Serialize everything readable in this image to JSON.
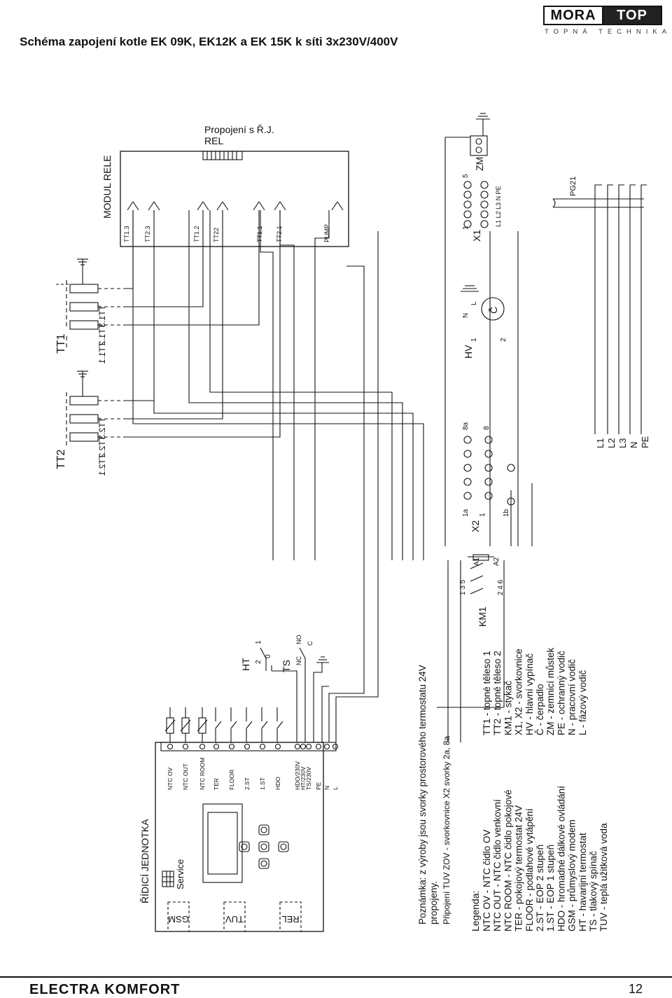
{
  "title": "Schéma zapojení kotle EK 09K, EK12K  a EK 15K k síti 3x230V/400V",
  "logo": {
    "left": "MORA",
    "right": "TOP",
    "subtitle": "TOPNÁ TECHNIKA"
  },
  "footer": {
    "brand": "ELECTRA KOMFORT",
    "page": "12"
  },
  "blocks": {
    "control_unit": "ŘÍDICÍ JEDNOTKA",
    "relay_module": "MODUL RELE",
    "connection": "Propojení s Ř.J.",
    "rel": "REL",
    "service": "Service",
    "gsm": "GSM",
    "tuv": "TUV",
    "rel_unit": "REL",
    "ht": "HT",
    "ts": "TS",
    "km1": "KM1",
    "x1": "X1",
    "x2": "X2",
    "hv": "HV",
    "zm": "ZM",
    "pump_motor": "Č",
    "pg21": "PG21",
    "tt1": "TT1",
    "tt2": "TT2"
  },
  "terminals": [
    "NTC OV",
    "NTC OUT",
    "NTC ROOM",
    "TER",
    "FLOOR",
    "2.ST",
    "1.ST",
    "HDO",
    "HDO/230V",
    "HT/230V",
    "TS/230V",
    "PE",
    "N",
    "L"
  ],
  "relay_outputs": [
    "TT1.3",
    "TT2.3",
    "TT1.2",
    "TT22",
    "TT1.1",
    "TT2.1",
    "PUMP"
  ],
  "heaters_tt1": [
    "TT1.1",
    "TT1.2",
    "TT1.3"
  ],
  "heaters_tt2": [
    "TT2.1",
    "TT2.2",
    "TT2.3"
  ],
  "contact_labels": {
    "ht_pos": [
      "2",
      "0",
      "1"
    ],
    "ts_pos": [
      "NC",
      "NO",
      "C"
    ],
    "km1_top": "1  3  5",
    "km1_bottom": "2  4  6",
    "km1_a1": "A1",
    "km1_a2": "A2",
    "x2_1a": "1a",
    "x2_1": "1",
    "x2_1b": "1b",
    "x2_8a": "8a",
    "x2_8": "8",
    "x1_1": "1",
    "x1_5": "5",
    "x1_terms": "L1 L2 L3 N PE",
    "hv_n": "N",
    "hv_l": "L",
    "hv_1": "1",
    "hv_2": "2"
  },
  "mains": [
    "L1",
    "L2",
    "L3",
    "N",
    "PE"
  ],
  "note": {
    "line1": "Poznámka: z výroby jsou svorky prostorového termostatu 24V",
    "line2": "propojeny.",
    "line3": "Připojení TUV ZOV - svorkovnice X2 svorky 2a, 8a"
  },
  "legend_left": {
    "title": "Legenda:",
    "items": [
      "NTC OV - NTC čidlo OV",
      "NTC OUT - NTC čidlo venkovní",
      "NTC ROOM - NTC čidlo pokojové",
      "TER - pokojový termostat 24V",
      "FLOOR - podlahové vytápění",
      "2.ST - EOP 2 stupeň",
      "1.ST - EOP 1 stupeň",
      "HDO - hromadné dálkové ovládání",
      "GSM - průmyslový modem",
      "HT - havarijní termostat",
      "TS - tlakový spínač",
      "TUV - teplá užitková voda"
    ]
  },
  "legend_right": {
    "items": [
      "TT1 - topné těleso 1",
      "TT2 - topné těleso 2",
      "KM1 - stykač",
      "X1, X2 - svorkovnice",
      "HV - hlavní vypínač",
      "Č - čerpadlo",
      "ZM - zemnicí můstek",
      "PE - ochranný vodič",
      "N - pracovní vodič",
      "L - fázový vodič"
    ]
  }
}
